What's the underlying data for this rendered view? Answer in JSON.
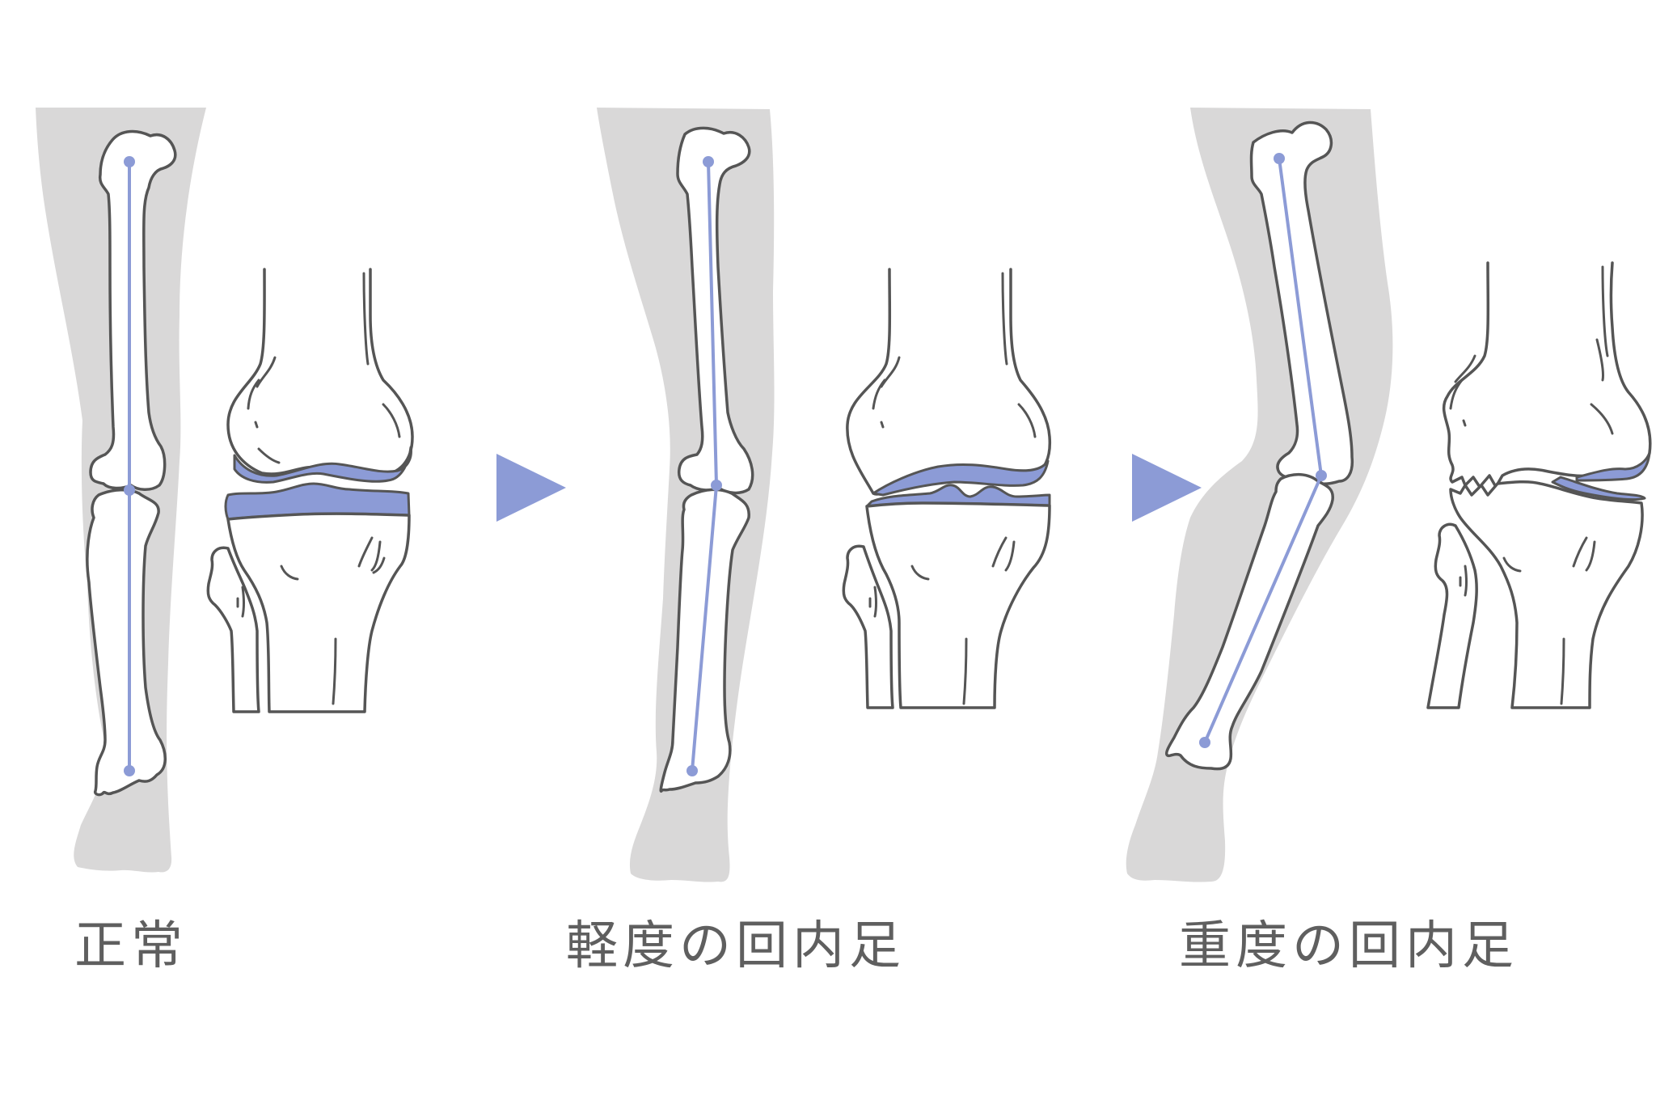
{
  "labels": {
    "normal": "正常",
    "mild": "軽度の回内足",
    "severe": "重度の回内足"
  },
  "colors": {
    "leg_silhouette": "#d9d8d8",
    "cartilage": "#8c9bd6",
    "axis_line": "#8c9bd6",
    "bone_fill": "#ffffff",
    "outline": "#555555",
    "arrow": "#8c9bd6",
    "caption_text": "#5f5f5f"
  },
  "icons": [
    "arrow-right-icon",
    "arrow-right-icon"
  ]
}
